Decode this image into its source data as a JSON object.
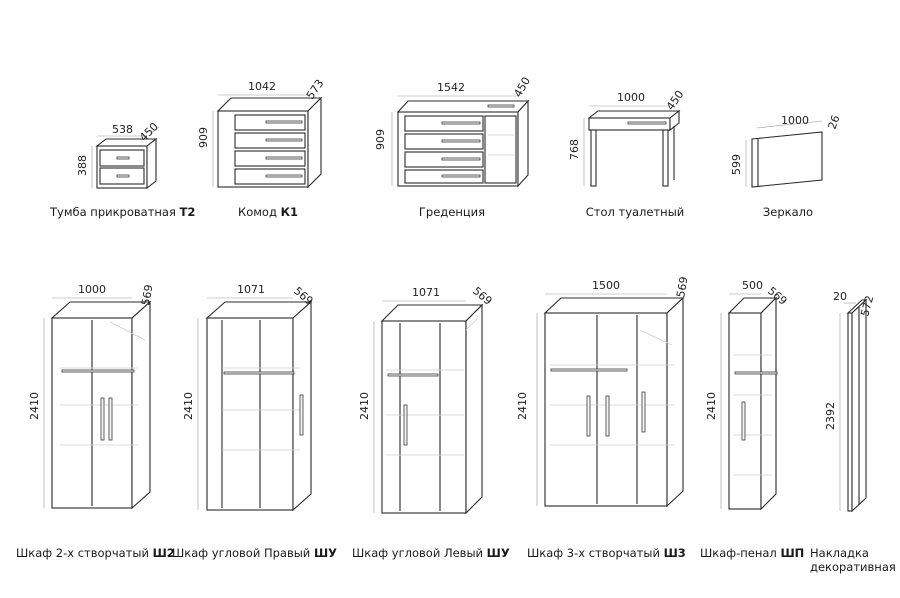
{
  "items": [
    {
      "id": "tumba",
      "name": "Тумба прикроватная ",
      "code": "Т2",
      "width": "538",
      "depth": "450",
      "height": "388"
    },
    {
      "id": "komod",
      "name": "Комод ",
      "code": "К1",
      "width": "1042",
      "depth": "573",
      "height": "909"
    },
    {
      "id": "gredencia",
      "name": "Греденция",
      "code": "",
      "width": "1542",
      "depth": "450",
      "height": "909"
    },
    {
      "id": "stol",
      "name": "Стол туалетный",
      "code": "",
      "width": "1000",
      "depth": "450",
      "height": "768"
    },
    {
      "id": "zerkalo",
      "name": "Зеркало",
      "code": "",
      "width": "1000",
      "depth": "26",
      "height": "599"
    },
    {
      "id": "shkaf2",
      "name": "Шкаф 2-х створчатый ",
      "code": "Ш2",
      "width": "1000",
      "depth": "569",
      "height": "2410"
    },
    {
      "id": "shu_prav",
      "name": "Шкаф угловой Правый ",
      "code": "ШУ",
      "width": "1071",
      "depth": "569",
      "height": "2410"
    },
    {
      "id": "shu_lev",
      "name": "Шкаф угловой Левый ",
      "code": "ШУ",
      "width": "1071",
      "depth": "569",
      "height": "2410"
    },
    {
      "id": "shkaf3",
      "name": "Шкаф 3-х створчатый ",
      "code": "Ш3",
      "width": "1500",
      "depth": "569",
      "height": "2410"
    },
    {
      "id": "penal",
      "name": "Шкаф-пенал ",
      "code": "ШП",
      "width": "500",
      "depth": "569",
      "height": "2410"
    },
    {
      "id": "nakladka",
      "name": "Накладка декоративная",
      "code": "",
      "width": "20",
      "depth": "572",
      "height": "2392"
    }
  ]
}
